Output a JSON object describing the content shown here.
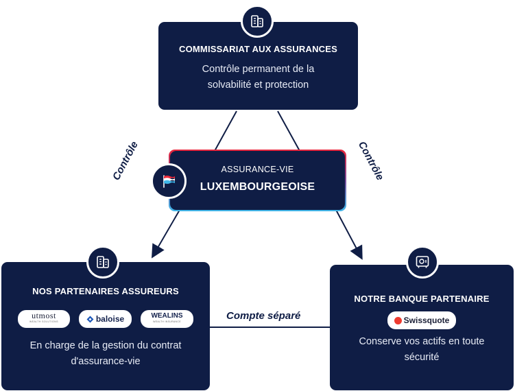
{
  "top": {
    "title": "COMMISSARIAT AUX ASSURANCES",
    "desc_line1": "Contrôle permanent de la",
    "desc_line2": "solvabilité et protection",
    "icon": "building-document-icon"
  },
  "center": {
    "line1": "ASSURANCE-VIE",
    "line2": "LUXEMBOURGEOISE",
    "icon": "luxembourg-flag-icon",
    "gradient_top": "#e8243a",
    "gradient_bottom": "#3fb6e8"
  },
  "left": {
    "title": "NOS PARTENAIRES ASSUREURS",
    "partners": [
      "utmost",
      "baloise",
      "WEALINS"
    ],
    "partner_subs": [
      "WEALTH SOLUTIONS",
      "",
      "WEALTH INSURANCE"
    ],
    "desc_line1": "En charge de la gestion du contrat",
    "desc_line2": "d'assurance-vie",
    "icon": "building-document-icon"
  },
  "right": {
    "title": "NOTRE BANQUE PARTENAIRE",
    "bank": "Swissquote",
    "desc_line1": "Conserve vos actifs en toute",
    "desc_line2": "sécurité",
    "icon": "safe-icon"
  },
  "edges": {
    "left_label": "Contrôle",
    "right_label": "Contrôle",
    "bottom_label": "Compte séparé"
  },
  "colors": {
    "navy": "#0f1d45",
    "swissquote_red": "#ee3b2f"
  }
}
